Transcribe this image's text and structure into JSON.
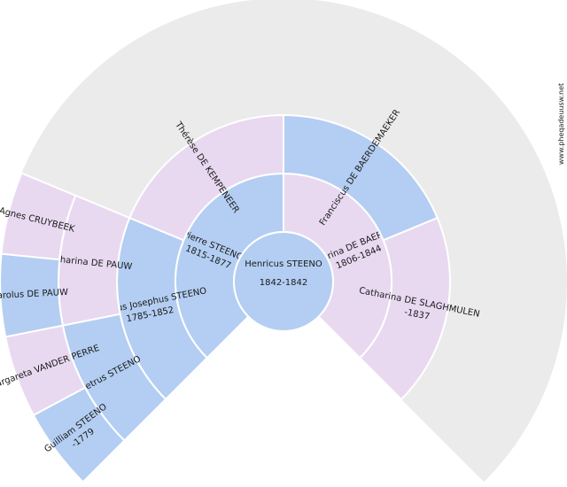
{
  "watermark": "www.pheqadeuusw.net",
  "colors": {
    "male": "#b3cef2",
    "female": "#e8d9f1",
    "empty": "#ebebeb"
  },
  "root": {
    "name": "Henricus STEENO",
    "dates": "1842-1842",
    "sex": "male"
  },
  "generations": [
    [
      {
        "name": "Pierre STEENO",
        "dates": "1815-1877",
        "sex": "male"
      },
      {
        "name": "Anna Catharina DE BAERDEMAEKER",
        "dates": "1806-1844",
        "sex": "female"
      }
    ],
    [
      {
        "name": "Henricus Josephus STEENO",
        "dates": "1785-1852",
        "sex": "male"
      },
      {
        "name": "Thérèse DE KEMPENEER",
        "dates": "",
        "sex": "female"
      },
      {
        "name": "Franciscus DE BAERDEMAEKER",
        "dates": "",
        "sex": "male"
      },
      {
        "name": "Catharina DE SLAGHMULEN",
        "dates": "-1837",
        "sex": "female"
      }
    ],
    [
      {
        "name": "Petrus STEENO",
        "dates": "",
        "sex": "male"
      },
      {
        "name": "Catharina DE PAUW",
        "dates": "",
        "sex": "female"
      },
      null,
      null,
      null,
      null,
      null,
      null
    ],
    [
      {
        "name": "Guilliam STEENO",
        "dates": "-1779",
        "sex": "male"
      },
      {
        "name": "Margareta VANDER PERRE",
        "dates": "",
        "sex": "female"
      },
      {
        "name": "Carolus DE PAUW",
        "dates": "",
        "sex": "male"
      },
      {
        "name": "Agnes CRUYBEEK",
        "dates": "",
        "sex": "female"
      },
      null,
      null,
      null,
      null,
      null,
      null,
      null,
      null,
      null,
      null,
      null,
      null
    ]
  ]
}
